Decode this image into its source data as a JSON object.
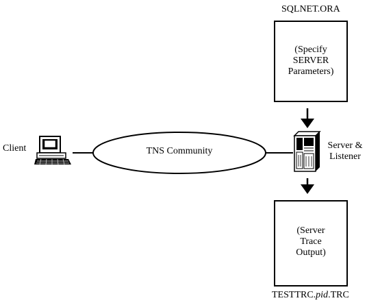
{
  "top_file": {
    "name": "SQLNET.ORA"
  },
  "config_box": {
    "lines": [
      "(Specify",
      "SERVER",
      "Parameters)"
    ]
  },
  "client": {
    "label": "Client"
  },
  "network": {
    "label": "TNS Community"
  },
  "server": {
    "lines": [
      "Server &",
      "Listener"
    ]
  },
  "trace_box": {
    "lines": [
      "(Server",
      "Trace",
      "Output)"
    ]
  },
  "bottom_file": {
    "prefix": "TESTTRC.",
    "italic": "pid",
    "suffix": ".TRC"
  },
  "colors": {
    "ink": "#000000",
    "background": "#ffffff"
  },
  "icons": [
    "computer-icon",
    "server-tower-icon",
    "down-arrow-icon"
  ]
}
